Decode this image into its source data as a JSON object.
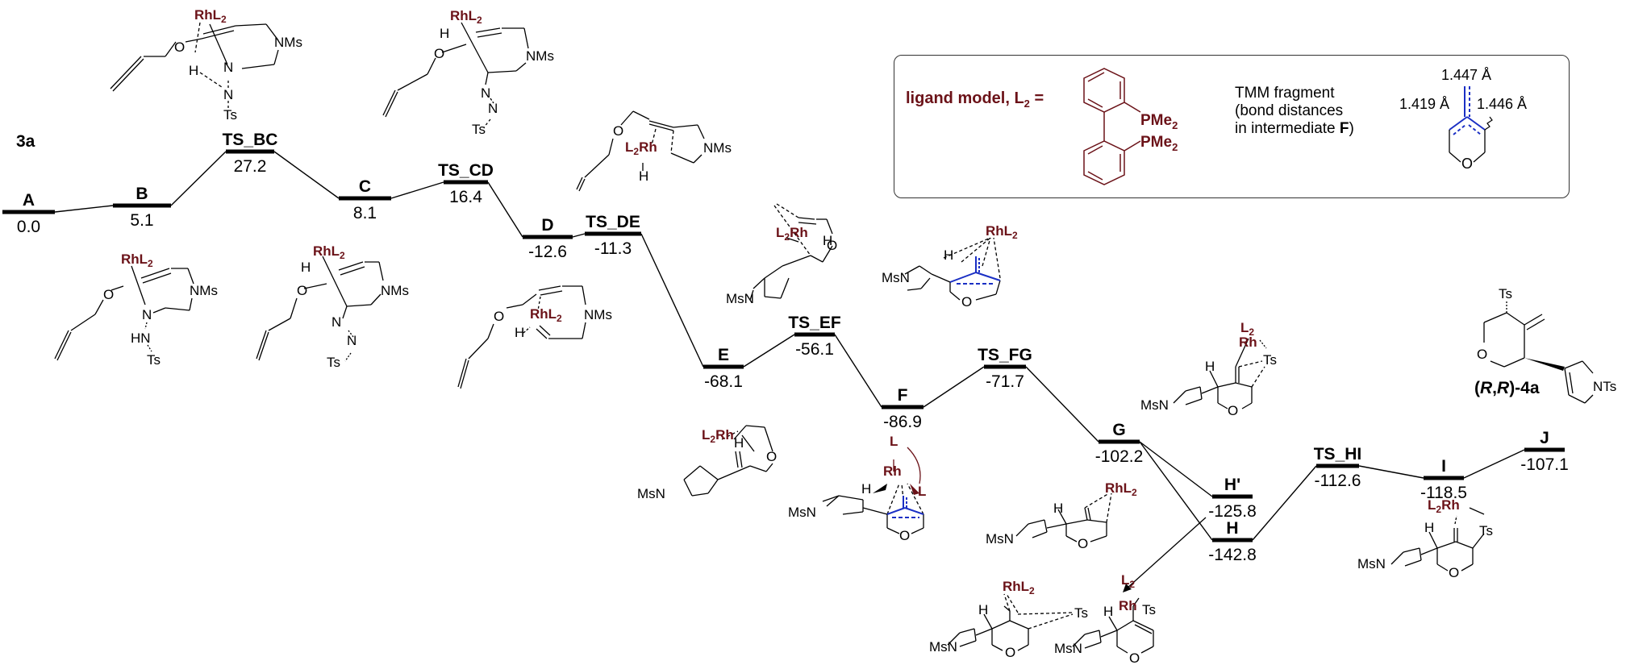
{
  "diagram": {
    "type": "reaction energy profile",
    "start_label": "3a",
    "product_label": "(R,R)-4a",
    "product_label_parts": [
      "(",
      "R",
      ",",
      "R",
      ")-4a"
    ],
    "colors": {
      "rhodium": "#6b1218",
      "tmm_fragment": "#1a2fc4",
      "profile": "#000000"
    },
    "levels": [
      {
        "id": "A",
        "label": "A",
        "energy": "0.0",
        "value": 0.0
      },
      {
        "id": "B",
        "label": "B",
        "energy": "5.1",
        "value": 5.1
      },
      {
        "id": "TS_BC",
        "label": "TS_BC",
        "energy": "27.2",
        "value": 27.2
      },
      {
        "id": "C",
        "label": "C",
        "energy": "8.1",
        "value": 8.1
      },
      {
        "id": "TS_CD",
        "label": "TS_CD",
        "energy": "16.4",
        "value": 16.4
      },
      {
        "id": "D",
        "label": "D",
        "energy": "-12.6",
        "value": -12.6
      },
      {
        "id": "TS_DE",
        "label": "TS_DE",
        "energy": "-11.3",
        "value": -11.3
      },
      {
        "id": "E",
        "label": "E",
        "energy": "-68.1",
        "value": -68.1
      },
      {
        "id": "TS_EF",
        "label": "TS_EF",
        "energy": "-56.1",
        "value": -56.1
      },
      {
        "id": "F",
        "label": "F",
        "energy": "-86.9",
        "value": -86.9
      },
      {
        "id": "TS_FG",
        "label": "TS_FG",
        "energy": "-71.7",
        "value": -71.7
      },
      {
        "id": "G",
        "label": "G",
        "energy": "-102.2",
        "value": -102.2
      },
      {
        "id": "Hp",
        "label": "H'",
        "energy": "-125.8",
        "value": -125.8
      },
      {
        "id": "H",
        "label": "H",
        "energy": "-142.8",
        "value": -142.8
      },
      {
        "id": "TS_HI",
        "label": "TS_HI",
        "energy": "-112.6",
        "value": -112.6
      },
      {
        "id": "I",
        "label": "I",
        "energy": "-118.5",
        "value": -118.5
      },
      {
        "id": "J",
        "label": "J",
        "energy": "-107.1",
        "value": -107.1
      }
    ],
    "connections": [
      [
        "A",
        "B"
      ],
      [
        "B",
        "TS_BC"
      ],
      [
        "TS_BC",
        "C"
      ],
      [
        "C",
        "TS_CD"
      ],
      [
        "TS_CD",
        "D"
      ],
      [
        "D",
        "TS_DE"
      ],
      [
        "TS_DE",
        "E"
      ],
      [
        "E",
        "TS_EF"
      ],
      [
        "TS_EF",
        "F"
      ],
      [
        "F",
        "TS_FG"
      ],
      [
        "TS_FG",
        "G"
      ],
      [
        "G",
        "Hp"
      ],
      [
        "G",
        "H"
      ],
      [
        "H",
        "TS_HI"
      ],
      [
        "TS_HI",
        "I"
      ],
      [
        "I",
        "J"
      ]
    ]
  },
  "legend": {
    "ligand_label": "ligand model, L",
    "ligand_sub": "2",
    "ligand_eq": " =",
    "pme2": "PMe",
    "pme2_sub": "2",
    "tmm_line1": "TMM fragment",
    "tmm_line2": "(bond distances",
    "tmm_line3": "in intermediate ",
    "tmm_bold": "F",
    "tmm_close": ")",
    "dist_top": "1.447 Å",
    "dist_left": "1.419 Å",
    "dist_right": "1.446 Å"
  },
  "structures": {
    "rhl2": "RhL",
    "l2rh": "L",
    "rh": "Rh",
    "l": "L",
    "sub2": "2",
    "nms": "NMs",
    "msn": "MsN",
    "nts": "NTs",
    "ts": "Ts",
    "o": "O",
    "h": "H",
    "n": "N",
    "hn": "HN"
  }
}
